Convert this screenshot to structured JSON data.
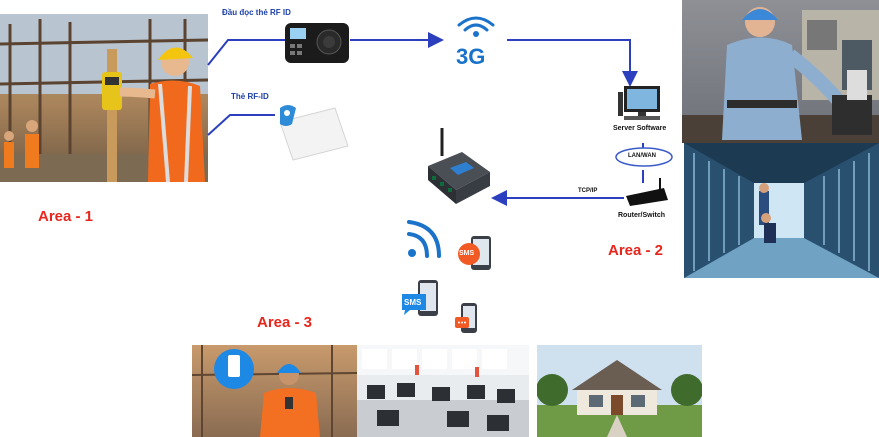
{
  "labels": {
    "rfid_reader": "Đầu đọc thẻ RF ID",
    "rfid_card": "Thẻ RF-ID",
    "network_3g": "3G",
    "server_software": "Server Software",
    "lan_wan": "LAN/WAN",
    "tcp_ip": "TCP/IP",
    "router_switch": "Router/Switch",
    "sms_1": "SMS",
    "sms_2": "SMS"
  },
  "areas": {
    "area1": "Area - 1",
    "area2": "Area - 2",
    "area3": "Area - 3"
  },
  "colors": {
    "arrow": "#2b3fbf",
    "area_label": "#e8261d",
    "sms_orange": "#f15a24",
    "sms_blue": "#1e88e5",
    "wifi_blue": "#1a73c9"
  }
}
